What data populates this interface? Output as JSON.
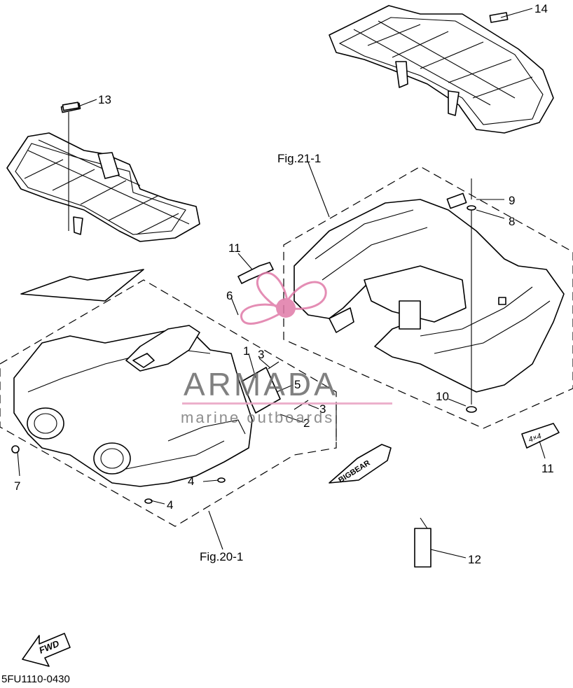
{
  "diagram": {
    "drawing_code": "5FU1110-0430",
    "fwd_label": "FWD",
    "figure_refs": [
      "Fig.21-1",
      "Fig.20-1"
    ],
    "callouts": [
      "1",
      "2",
      "3",
      "3",
      "4",
      "4",
      "5",
      "6",
      "7",
      "8",
      "9",
      "10",
      "11",
      "11",
      "12",
      "13",
      "14"
    ],
    "decal_text": "4×4",
    "plate_text": "BIGBEAR"
  },
  "watermark": {
    "brand": "ARMADA",
    "tagline": "marine outboards",
    "colors": {
      "logo_pink": "#e07aa8",
      "text_gray": "#6b6b6b",
      "rule_pink": "#e9a3c3"
    }
  }
}
